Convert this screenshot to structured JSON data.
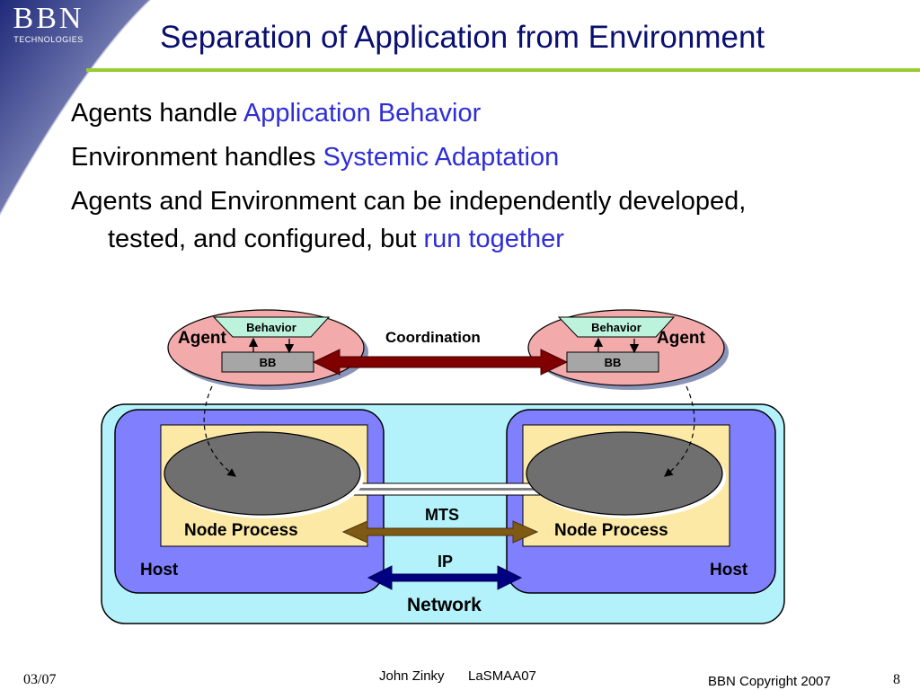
{
  "logo": {
    "line1": "BBN",
    "line2": "TECHNOLOGIES"
  },
  "title": "Separation of Application from Environment",
  "bullets": [
    {
      "text": "Agents handle ",
      "highlight": "Application Behavior"
    },
    {
      "text": "Environment handles ",
      "highlight": "Systemic Adaptation"
    },
    {
      "line1": "Agents and Environment can be independently developed,",
      "line2_text": "tested, and configured, but ",
      "highlight": "run together"
    }
  ],
  "diagram": {
    "agent_left": {
      "label": "Agent",
      "behavior": "Behavior",
      "bb": "BB"
    },
    "agent_right": {
      "label": "Agent",
      "behavior": "Behavior",
      "bb": "BB"
    },
    "coordination": "Coordination",
    "node_process_left": "Node Process",
    "node_process_right": "Node Process",
    "host_left": "Host",
    "host_right": "Host",
    "mts": "MTS",
    "ip": "IP",
    "network": "Network"
  },
  "footer": {
    "date": "03/07",
    "author": "John Zinky",
    "event": "LaSMAA07",
    "copyright": "BBN Copyright 2007",
    "page": "8"
  },
  "colors": {
    "title": "#0a1070",
    "highlight": "#2e2ed6",
    "accent_line": "#99cc33",
    "network": "#b3f2fb",
    "host": "#8080ff",
    "node_process": "#fde9a6",
    "agent": "#f3aaaa",
    "behavior": "#bdf3dc",
    "bb": "#a6a6a6",
    "coordination_arrow": "#800000",
    "mts_arrow": "#7f5a14",
    "ip_arrow": "#000080"
  }
}
